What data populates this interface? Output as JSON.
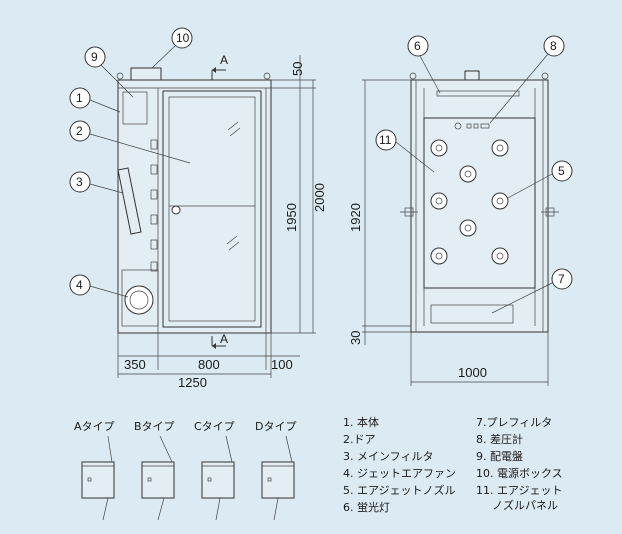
{
  "callouts": [
    "1",
    "2",
    "3",
    "4",
    "5",
    "6",
    "7",
    "8",
    "9",
    "10",
    "11"
  ],
  "section_marks": {
    "top": "A",
    "bottom": "A"
  },
  "dims": {
    "d50": "50",
    "d1950": "1950",
    "d2000": "2000",
    "d350": "350",
    "d800": "800",
    "d100": "100",
    "d1250": "1250",
    "d1920": "1920",
    "d30": "30",
    "d1000": "1000"
  },
  "types": [
    "Aタイプ",
    "Bタイプ",
    "Cタイプ",
    "Dタイプ"
  ],
  "legend": [
    "1. 本体",
    "2.ドア",
    "3. メインフィルタ",
    "4. ジェットエアファン",
    "5. エアジェットノズル",
    "6. 蛍光灯",
    "7.プレフィルタ",
    "8. 差圧計",
    "9. 配電盤",
    "10. 電源ボックス",
    "11. エアジェット",
    "ノズルパネル"
  ]
}
